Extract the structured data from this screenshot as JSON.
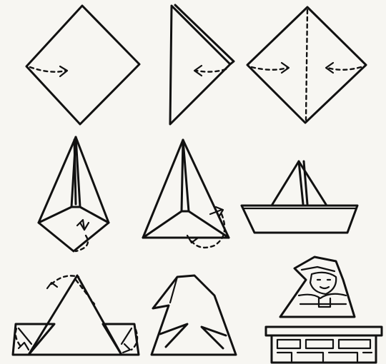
{
  "diagram": {
    "steps": [
      {
        "id": 1,
        "shape": "square-diamond",
        "fold_arrow": "right"
      },
      {
        "id": 2,
        "shape": "half-folded-kite",
        "fold_arrow": "left"
      },
      {
        "id": 3,
        "shape": "diamond-with-center-crease",
        "fold_arrows": [
          "right",
          "left"
        ]
      },
      {
        "id": 4,
        "shape": "tall-kite",
        "fold_arrow": "curl-up"
      },
      {
        "id": 5,
        "shape": "tall-triangle-kite",
        "fold_arrow": "curl-under"
      },
      {
        "id": 6,
        "shape": "paper-boat"
      },
      {
        "id": 7,
        "shape": "triangle-with-side-flaps",
        "fold_arrows": [
          "curl-top",
          "tuck-left",
          "tuck-right"
        ]
      },
      {
        "id": 8,
        "shape": "pointed-hat"
      },
      {
        "id": 9,
        "shape": "figure-wearing-hat-at-desk"
      }
    ],
    "colors": {
      "ink": "#111111",
      "paper": "#f7f6f2"
    }
  }
}
